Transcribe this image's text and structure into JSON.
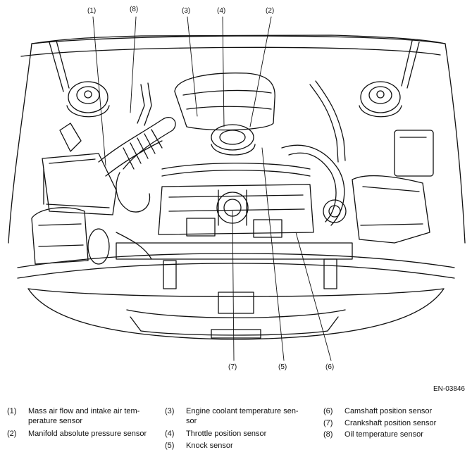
{
  "figure_code": "EN-03846",
  "callouts": [
    "(1)",
    "(8)",
    "(3)",
    "(4)",
    "(2)",
    "(7)",
    "(5)",
    "(6)"
  ],
  "legend": [
    {
      "num": "(1)",
      "label": "Mass air flow and intake air temperature sensor",
      "label_line1": "Mass air flow and intake air tem-",
      "label_line2": "perature sensor"
    },
    {
      "num": "(2)",
      "label": "Manifold absolute pressure sensor"
    },
    {
      "num": "(3)",
      "label": "Engine coolant temperature sensor",
      "label_line1": "Engine coolant temperature sen-",
      "label_line2": "sor"
    },
    {
      "num": "(4)",
      "label": "Throttle position sensor"
    },
    {
      "num": "(5)",
      "label": "Knock sensor"
    },
    {
      "num": "(6)",
      "label": "Camshaft position sensor"
    },
    {
      "num": "(7)",
      "label": "Crankshaft position sensor"
    },
    {
      "num": "(8)",
      "label": "Oil temperature sensor"
    }
  ]
}
